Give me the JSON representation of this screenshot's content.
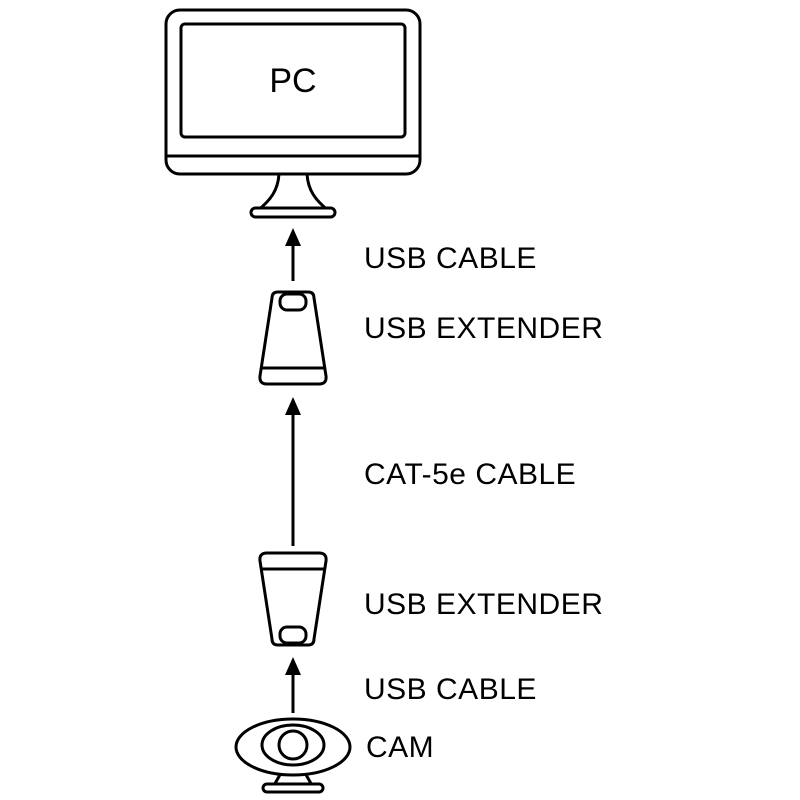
{
  "diagram": {
    "background": "#ffffff",
    "stroke_color": "#000000",
    "pc": {
      "label": "PC"
    },
    "cam": {
      "label": "CAM"
    },
    "connections": [
      {
        "label": "USB CABLE"
      },
      {
        "label": "USB EXTENDER"
      },
      {
        "label": "CAT-5e CABLE"
      },
      {
        "label": "USB EXTENDER"
      },
      {
        "label": "USB CABLE"
      }
    ]
  }
}
